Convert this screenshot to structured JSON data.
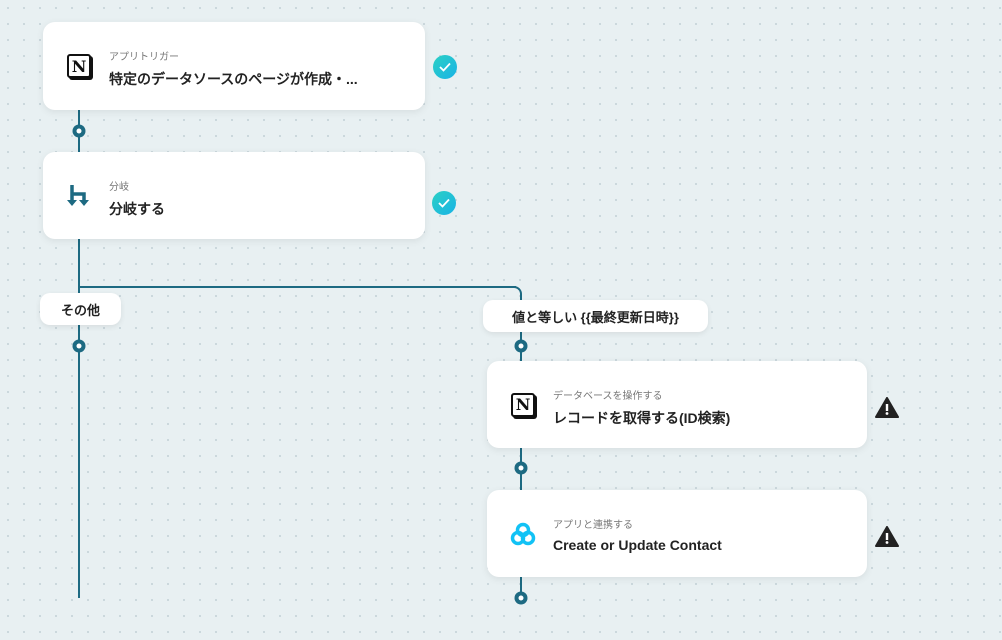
{
  "steps": [
    {
      "subtitle": "アプリトリガー",
      "title": "特定のデータソースのページが作成・...",
      "icon": "notion-icon",
      "status": "complete"
    },
    {
      "subtitle": "分岐",
      "title": "分岐する",
      "icon": "branch-icon",
      "status": "complete"
    },
    {
      "subtitle": "データベースを操作する",
      "title": "レコードを取得する(ID検索)",
      "icon": "notion-icon",
      "status": "warning"
    },
    {
      "subtitle": "アプリと連携する",
      "title": "Create or Update Contact",
      "icon": "app-icon",
      "status": "warning"
    }
  ],
  "branches": {
    "other": "その他",
    "condition": "値と等しい {{最終更新日時}}"
  },
  "notion_letter": "N",
  "colors": {
    "line": "#1d6a82",
    "check": "#19b3e6",
    "warning": "#222222",
    "app": "#12c2f5"
  }
}
